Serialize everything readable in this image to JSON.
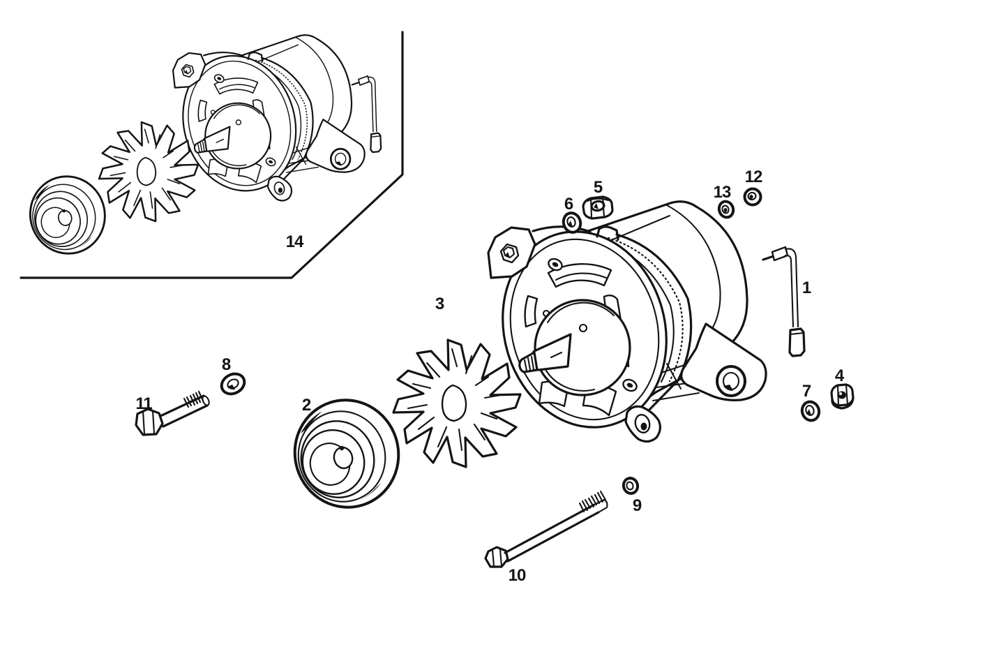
{
  "figure": {
    "background": "#ffffff",
    "line_color": "#141414",
    "callouts": [
      {
        "num": "1"
      },
      {
        "num": "2"
      },
      {
        "num": "3"
      },
      {
        "num": "4"
      },
      {
        "num": "5"
      },
      {
        "num": "6"
      },
      {
        "num": "7"
      },
      {
        "num": "8"
      },
      {
        "num": "9"
      },
      {
        "num": "10"
      },
      {
        "num": "11"
      },
      {
        "num": "12"
      },
      {
        "num": "13"
      },
      {
        "num": "14"
      }
    ]
  }
}
